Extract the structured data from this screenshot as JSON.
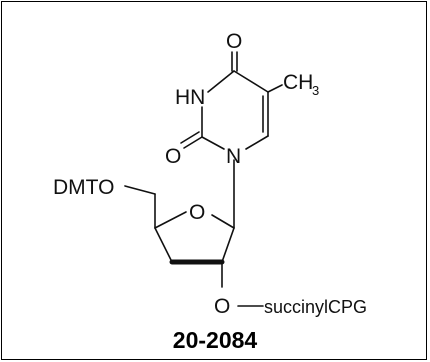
{
  "structure": {
    "atoms": {
      "carbonyl_o_top": "O",
      "nh": "HN",
      "methyl": "CH",
      "methyl_subscript": "3",
      "carbonyl_o_left": "O",
      "ring_n": "N",
      "dmto": "DMTO",
      "ring_o": "O",
      "ester_o": "O",
      "succinyl": "succinylCPG"
    }
  },
  "caption": {
    "catalog_number": "20-2084"
  },
  "colors": {
    "line": "#111111",
    "text": "#111111",
    "border": "#000000",
    "background": "#ffffff"
  }
}
